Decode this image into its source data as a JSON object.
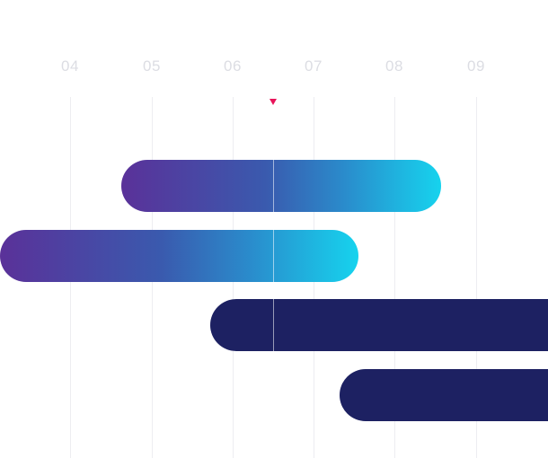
{
  "timeline": {
    "day_labels": [
      "04",
      "05",
      "06",
      "07",
      "08",
      "09"
    ],
    "colors": {
      "gradient_start": "#5a3199",
      "gradient_end": "#16d3ee",
      "navy": "#1d2162",
      "today_marker": "#e8145a",
      "gridline": "#ededf1",
      "label": "#dcdde3"
    },
    "today_marker_icon": "down-triangle-icon",
    "tasks": [
      {
        "style": "gradient"
      },
      {
        "style": "gradient"
      },
      {
        "style": "navy"
      },
      {
        "style": "navy"
      }
    ]
  }
}
